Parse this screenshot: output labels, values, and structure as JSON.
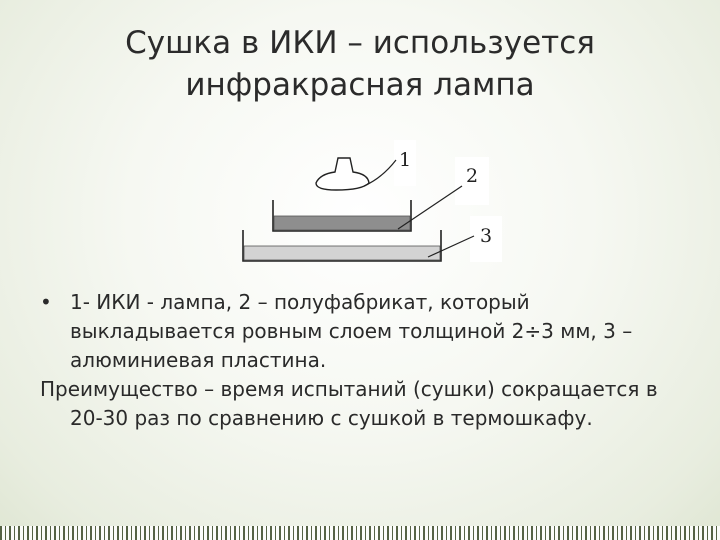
{
  "slide": {
    "title_line1": "Сушка в ИКИ – используется",
    "title_line2": "инфракрасная лампа"
  },
  "diagram": {
    "labels": [
      "1",
      "2",
      "3"
    ]
  },
  "text": {
    "bullet_symbol": "•",
    "bullet": "1- ИКИ - лампа, 2 – полуфабрикат, который выкладывается ровным слоем толщиной 2÷3 мм, 3 – алюминиевая пластина.",
    "paragraph": "Преимущество – время испытаний (сушки) сокращается в 20-30 раз по сравнению с сушкой в термошкафу."
  }
}
